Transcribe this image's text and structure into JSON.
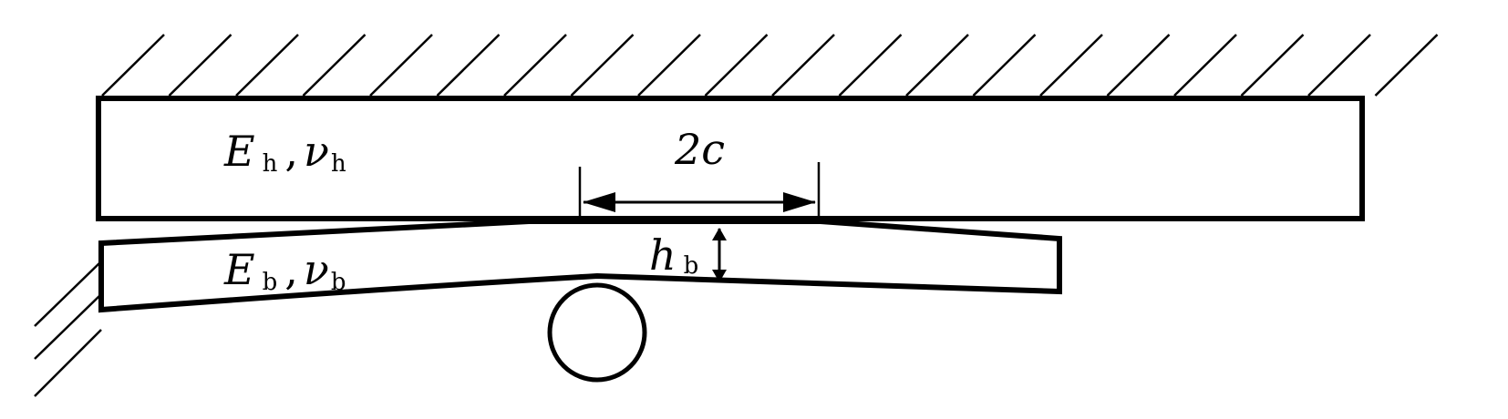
{
  "labels": {
    "upper_E": "E",
    "upper_E_sub": "h",
    "upper_comma": ",",
    "upper_nu": "ν",
    "upper_nu_sub": "h",
    "lower_E": "E",
    "lower_E_sub": "b",
    "lower_comma": ",",
    "lower_nu": "ν",
    "lower_nu_sub": "b",
    "contact_width": "2c",
    "gap_h": "h",
    "gap_h_sub": "b"
  }
}
